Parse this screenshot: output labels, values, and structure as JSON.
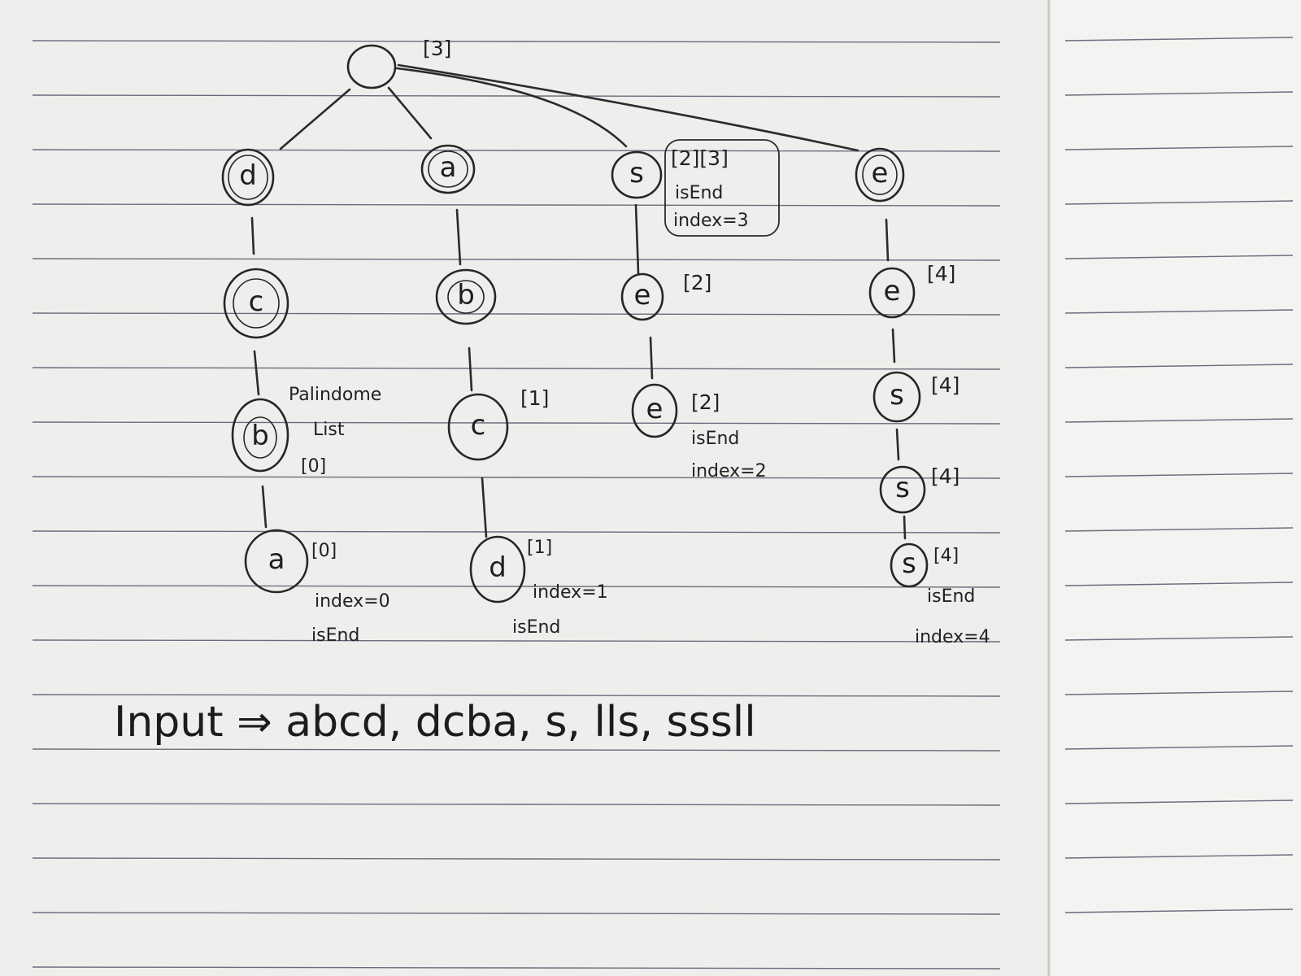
{
  "root": {
    "label": "[3]"
  },
  "nodes": {
    "d": "d",
    "c1": "c",
    "b1": "b",
    "a1": "a",
    "a2": "a",
    "b2": "b",
    "c2": "c",
    "d2": "d",
    "s1": "s",
    "e1": "e",
    "e2": "e",
    "e3": "e",
    "e4": "e",
    "s2": "s",
    "s3": "s",
    "s4": "s"
  },
  "annotations": {
    "s1_list": "[2][3]",
    "s1_isend": "isEnd",
    "s1_index": "index=3",
    "e1_list": "[2]",
    "e2_list": "[2]",
    "e2_isend": "isEnd",
    "e2_index": "index=2",
    "e4_list": "[4]",
    "s2_list": "[4]",
    "s3_list": "[4]",
    "s4_list": "[4]",
    "s4_isend": "isEnd",
    "s4_index": "index=4",
    "b1_pal1": "Palindome",
    "b1_pal2": "List",
    "b1_pal3": "[0]",
    "a1_list": "[0]",
    "a1_index": "index=0",
    "a1_isend": "isEnd",
    "c2_list": "[1]",
    "d2_list": "[1]",
    "d2_index": "index=1",
    "d2_isend": "isEnd"
  },
  "input": "Input ⇒ abcd, dcba, s, lls, sssll"
}
